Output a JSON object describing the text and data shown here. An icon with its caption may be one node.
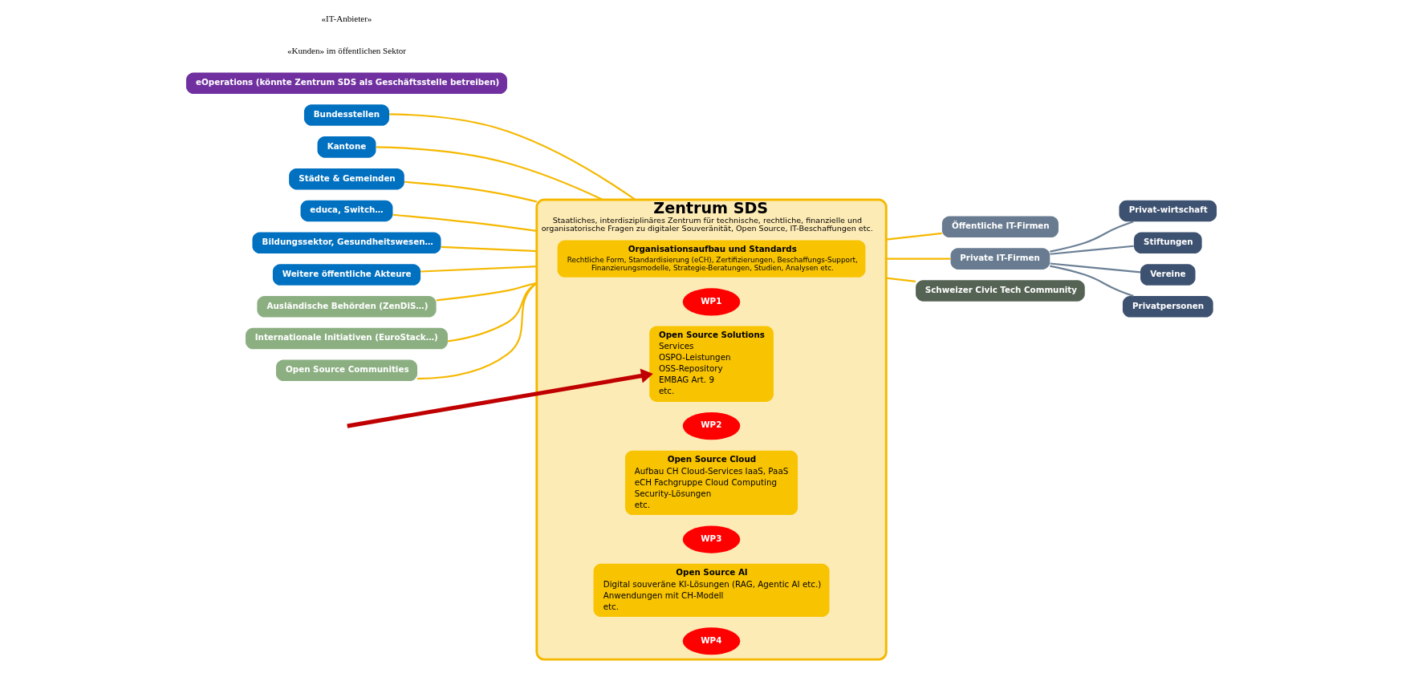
{
  "diagram": {
    "nodes": [
      {
        "text": [
          "Bundesstellen"
        ]
      },
      {
        "text": [
          "Kantone"
        ]
      },
      {
        "text": [
          "Städte & Gemeinden"
        ]
      },
      {
        "text": [
          "educa, Switch…"
        ]
      },
      {
        "text": [
          "Bildungssektor, Gesundheitswesen…"
        ]
      },
      {
        "text": [
          "Weitere öffentliche Akteure"
        ]
      },
      {
        "text": [
          "Ausländische Behörden (ZenDiS…)"
        ]
      },
      {
        "text": [
          "Internationale Initiativen (EuroStack…)"
        ]
      },
      {
        "text": [
          "Open Source Communities"
        ]
      },
      {
        "text": [
          "Zentrum SDS",
          "Staatliches, interdisziplinäres Zentrum für technische, rechtliche, finanzielle und organisatorische Fragen zu digitaler Souveränität, Open Source, IT-Beschaffungen etc."
        ]
      },
      {
        "text": [
          "Organisationsaufbau und Standards",
          "Rechtliche Form, Standardisierung (eCH), Zertifizierungen, Beschaffungs-Support, Finanzierungsmodelle, Strategie-Beratungen, Studien, Analysen etc."
        ],
        "in": 9
      },
      {
        "text": [
          "WP1"
        ],
        "in": 9
      },
      {
        "text": [
          "Open Source Solutions",
          "Services",
          "OSPO-Leistungen",
          "OSS-Repository",
          "EMBAG Art. 9",
          "etc."
        ],
        "in": 9
      },
      {
        "text": [
          "WP2"
        ],
        "in": 9
      },
      {
        "text": [
          "Open Source Cloud",
          "Aufbau CH Cloud-Services IaaS, PaaS",
          "eCH Fachgruppe Cloud Computing",
          "Security-Lösungen",
          "etc."
        ],
        "in": 9
      },
      {
        "text": [
          "WP3"
        ],
        "in": 9
      },
      {
        "text": [
          "Open Source AI",
          "Digital souveräne KI-Lösungen (RAG, Agentic AI etc.)",
          "Anwendungen mit CH-Modell",
          "etc."
        ],
        "in": 9
      },
      {
        "text": [
          "WP4"
        ],
        "in": 9
      },
      {
        "text": [
          "eOperations (könnte Zentrum SDS als Geschäftsstelle betreiben)"
        ]
      },
      {
        "text": [
          "Öffentliche IT-Firmen"
        ]
      },
      {
        "text": [
          "Private IT-Firmen"
        ]
      },
      {
        "text": [
          "Schweizer Civic Tech Community"
        ]
      },
      {
        "text": [
          "Privat-wirtschaft"
        ]
      },
      {
        "text": [
          "Stiftungen"
        ]
      },
      {
        "text": [
          "Vereine"
        ]
      },
      {
        "text": [
          "Privatpersonen"
        ]
      }
    ],
    "edges": [
      {
        "from": 0,
        "to": 9,
        "arrow": "none"
      },
      {
        "from": 1,
        "to": 9,
        "arrow": "none"
      },
      {
        "from": 2,
        "to": 9,
        "arrow": "none"
      },
      {
        "from": 3,
        "to": 9,
        "arrow": "none"
      },
      {
        "from": 4,
        "to": 9,
        "arrow": "none"
      },
      {
        "from": 5,
        "to": 9,
        "arrow": "none"
      },
      {
        "from": 6,
        "to": 9,
        "arrow": "none"
      },
      {
        "from": 7,
        "to": 9,
        "arrow": "none"
      },
      {
        "from": 8,
        "to": 9,
        "arrow": "none"
      },
      {
        "from": 9,
        "to": 19,
        "arrow": "none"
      },
      {
        "from": 9,
        "to": 20,
        "arrow": "none"
      },
      {
        "from": 9,
        "to": 21,
        "arrow": "none"
      },
      {
        "from": 20,
        "to": 22,
        "arrow": "none",
        "color": "#6b7f95"
      },
      {
        "from": 20,
        "to": 23,
        "arrow": "none",
        "color": "#6b7f95"
      },
      {
        "from": 20,
        "to": 24,
        "arrow": "none",
        "color": "#6b7f95"
      },
      {
        "from": 20,
        "to": 25,
        "arrow": "none",
        "color": "#6b7f95"
      },
      {
        "from": null,
        "to": 12,
        "arrow": "to",
        "style": "thick",
        "color": "#c00000"
      }
    ],
    "labels": [
      "«Kunden» im öffentlichen Sektor",
      "«IT-Anbieter»"
    ]
  }
}
